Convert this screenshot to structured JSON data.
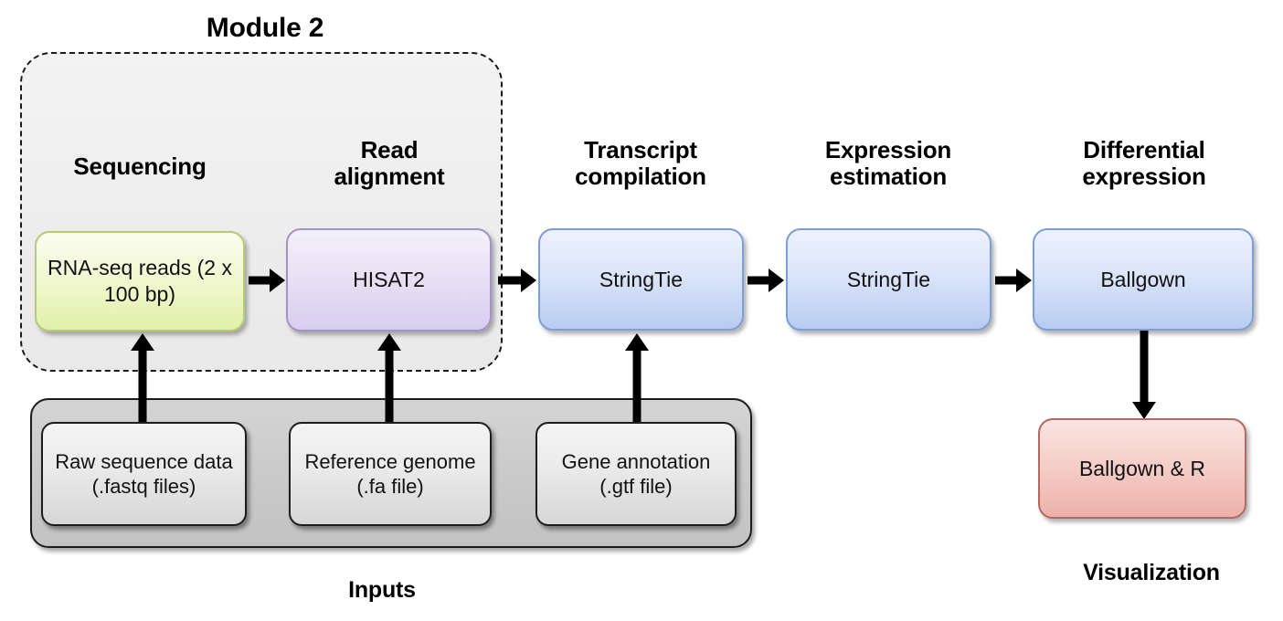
{
  "diagram": {
    "module_title": "Module 2",
    "stages": [
      {
        "label": "Sequencing"
      },
      {
        "label": "Read\nalignment"
      },
      {
        "label": "Transcript\ncompilation"
      },
      {
        "label": "Expression\nestimation"
      },
      {
        "label": "Differential\nexpression"
      }
    ],
    "pipeline": [
      {
        "name": "rna-seq-reads",
        "label": "RNA-seq reads (2 x 100 bp)",
        "color": "#e3f0ab"
      },
      {
        "name": "hisat2",
        "label": "HISAT2",
        "color": "#d8cdee"
      },
      {
        "name": "stringtie-compilation",
        "label": "StringTie",
        "color": "#b8ccf0"
      },
      {
        "name": "stringtie-estimation",
        "label": "StringTie",
        "color": "#b8ccf0"
      },
      {
        "name": "ballgown",
        "label": "Ballgown",
        "color": "#b8ccf0"
      }
    ],
    "inputs": {
      "footer_label": "Inputs",
      "items": [
        {
          "name": "raw-sequence-data",
          "label": "Raw sequence data (.fastq files)"
        },
        {
          "name": "reference-genome",
          "label": "Reference genome (.fa file)"
        },
        {
          "name": "gene-annotation",
          "label": "Gene annotation (.gtf file)"
        }
      ]
    },
    "visualization": {
      "box_label": "Ballgown & R",
      "footer_label": "Visualization",
      "color": "#edb2aa"
    }
  }
}
